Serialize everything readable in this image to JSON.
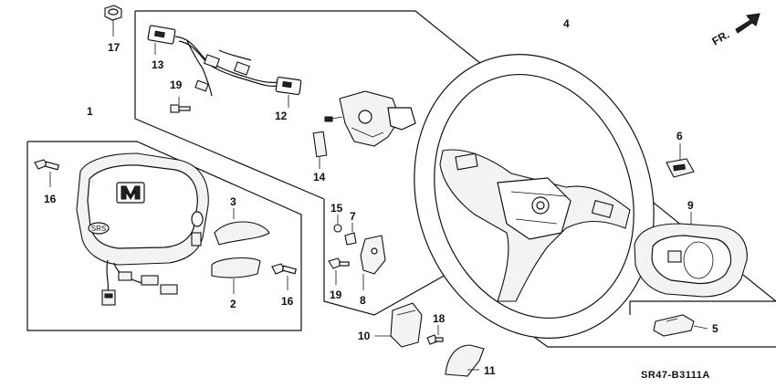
{
  "callouts": {
    "c1": "1",
    "c2": "2",
    "c3": "3",
    "c4": "4",
    "c5": "5",
    "c6": "6",
    "c7": "7",
    "c8": "8",
    "c9": "9",
    "c10": "10",
    "c11": "11",
    "c12": "12",
    "c13": "13",
    "c14": "14",
    "c15": "15",
    "c16a": "16",
    "c16b": "16",
    "c17": "17",
    "c18": "18",
    "c19a": "19",
    "c19b": "19"
  },
  "fr_label": "FR.",
  "drawing_code": "SR47-B3111A",
  "airbag_logo_text": "SRS"
}
